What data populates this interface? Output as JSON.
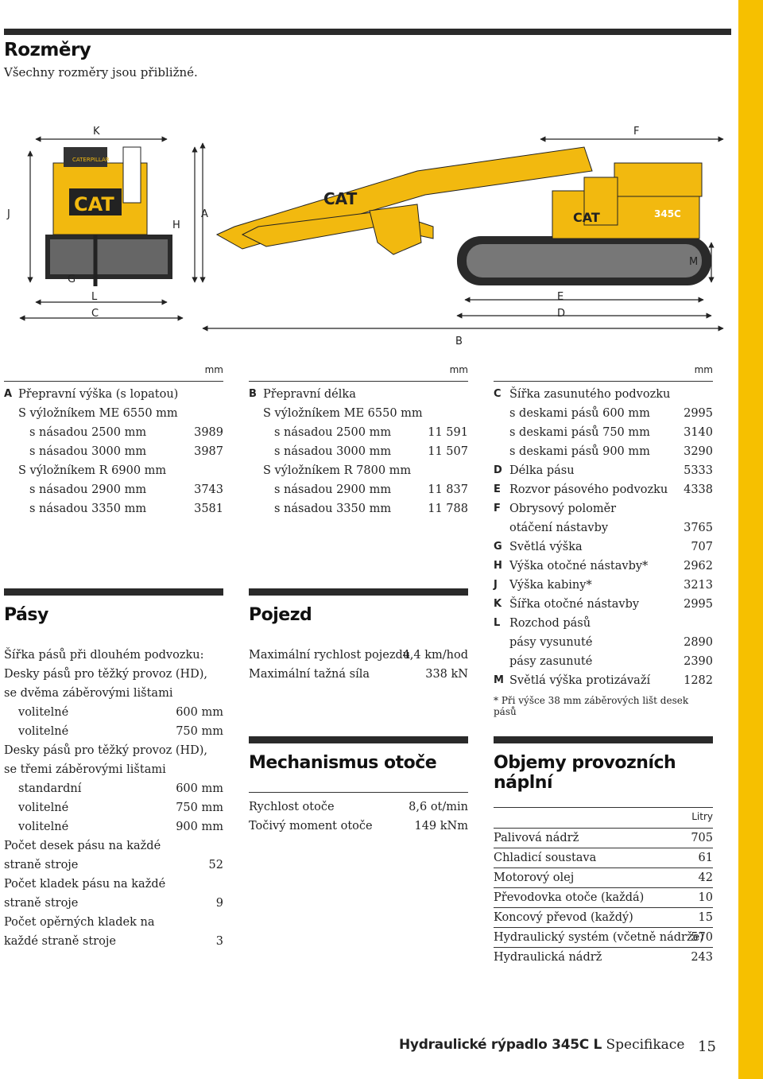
{
  "header": {
    "title": "Rozměry",
    "subtitle": "Všechny rozměry jsou přibližné."
  },
  "diagram": {
    "labels": {
      "K": "K",
      "J": "J",
      "H": "H",
      "A": "A",
      "F": "F",
      "G": "G",
      "L": "L",
      "C": "C",
      "B": "B",
      "E": "E",
      "D": "D",
      "M": "M"
    },
    "brand": "CAT",
    "brand_small": "CATERPILLAR",
    "model": "345C"
  },
  "dims_a": {
    "unit": "mm",
    "letter": "A",
    "title": "Přepravní výška (s lopatou)",
    "rows": [
      {
        "label": "S výložníkem ME 6550 mm",
        "value": ""
      },
      {
        "label": "s násadou 2500 mm",
        "value": "3989"
      },
      {
        "label": "s násadou 3000 mm",
        "value": "3987"
      },
      {
        "label": "S výložníkem R 6900 mm",
        "value": ""
      },
      {
        "label": "s násadou 2900 mm",
        "value": "3743"
      },
      {
        "label": "s násadou 3350 mm",
        "value": "3581"
      }
    ]
  },
  "dims_b": {
    "unit": "mm",
    "letter": "B",
    "title": "Přepravní délka",
    "rows": [
      {
        "label": "S výložníkem ME 6550 mm",
        "value": ""
      },
      {
        "label": "s násadou 2500 mm",
        "value": "11 591"
      },
      {
        "label": "s násadou 3000 mm",
        "value": "11 507"
      },
      {
        "label": "S výložníkem R 7800 mm",
        "value": ""
      },
      {
        "label": "s násadou 2900 mm",
        "value": "11 837"
      },
      {
        "label": "s násadou 3350 mm",
        "value": "11 788"
      }
    ]
  },
  "dims_c": {
    "unit": "mm",
    "rows": [
      {
        "letter": "C",
        "label": "Šířka zasunutého podvozku",
        "value": ""
      },
      {
        "letter": "",
        "label": "s deskami pásů 600 mm",
        "value": "2995"
      },
      {
        "letter": "",
        "label": "s deskami pásů 750 mm",
        "value": "3140"
      },
      {
        "letter": "",
        "label": "s deskami pásů 900 mm",
        "value": "3290"
      },
      {
        "letter": "D",
        "label": "Délka pásu",
        "value": "5333"
      },
      {
        "letter": "E",
        "label": "Rozvor pásového podvozku",
        "value": "4338"
      },
      {
        "letter": "F",
        "label": "Obrysový poloměr",
        "value": ""
      },
      {
        "letter": "",
        "label": "otáčení nástavby",
        "value": "3765"
      },
      {
        "letter": "G",
        "label": "Světlá výška",
        "value": "707"
      },
      {
        "letter": "H",
        "label": "Výška otočné nástavby*",
        "value": "2962"
      },
      {
        "letter": "J",
        "label": "Výška kabiny*",
        "value": "3213"
      },
      {
        "letter": "K",
        "label": "Šířka otočné nástavby",
        "value": "2995"
      },
      {
        "letter": "L",
        "label": "Rozchod pásů",
        "value": ""
      },
      {
        "letter": "",
        "label": "pásy vysunuté",
        "value": "2890"
      },
      {
        "letter": "",
        "label": "pásy zasunuté",
        "value": "2390"
      },
      {
        "letter": "M",
        "label": "Světlá výška protizávaží",
        "value": "1282"
      }
    ],
    "note": "* Při výšce 38 mm záběrových lišt desek pásů"
  },
  "tracks": {
    "title": "Pásy",
    "rows": [
      {
        "label": "Šířka pásů při dlouhém podvozku:",
        "value": "",
        "indent": false
      },
      {
        "label": "Desky pásů pro těžký provoz (HD),",
        "value": "",
        "indent": false
      },
      {
        "label": "se dvěma záběrovými lištami",
        "value": "",
        "indent": false
      },
      {
        "label": "volitelné",
        "value": "600 mm",
        "indent": true
      },
      {
        "label": "volitelné",
        "value": "750 mm",
        "indent": true
      },
      {
        "label": "Desky pásů pro těžký provoz (HD),",
        "value": "",
        "indent": false
      },
      {
        "label": "se třemi záběrovými lištami",
        "value": "",
        "indent": false
      },
      {
        "label": "standardní",
        "value": "600 mm",
        "indent": true
      },
      {
        "label": "volitelné",
        "value": "750 mm",
        "indent": true
      },
      {
        "label": "volitelné",
        "value": "900 mm",
        "indent": true
      },
      {
        "label": "Počet desek pásu na každé",
        "value": "",
        "indent": false
      },
      {
        "label": "straně stroje",
        "value": "52",
        "indent": false
      },
      {
        "label": "Počet kladek pásu na každé",
        "value": "",
        "indent": false
      },
      {
        "label": "straně stroje",
        "value": "9",
        "indent": false
      },
      {
        "label": "Počet opěrných kladek na",
        "value": "",
        "indent": false
      },
      {
        "label": "každé straně stroje",
        "value": "3",
        "indent": false
      }
    ]
  },
  "travel": {
    "title": "Pojezd",
    "rows": [
      {
        "label": "Maximální rychlost pojezdu",
        "value": "4,4 km/hod"
      },
      {
        "label": "Maximální tažná síla",
        "value": "338 kN"
      }
    ]
  },
  "swing": {
    "title": "Mechanismus otoče",
    "rows": [
      {
        "label": "Rychlost otoče",
        "value": "8,6 ot/min"
      },
      {
        "label": "Točivý moment otoče",
        "value": "149 kNm"
      }
    ]
  },
  "fluids": {
    "title": "Objemy provozních náplní",
    "unit": "Litry",
    "rows": [
      {
        "label": "Palivová nádrž",
        "value": "705"
      },
      {
        "label": "Chladicí soustava",
        "value": "61"
      },
      {
        "label": "Motorový olej",
        "value": "42"
      },
      {
        "label": "Převodovka otoče (každá)",
        "value": "10"
      },
      {
        "label": "Koncový převod (každý)",
        "value": "15"
      },
      {
        "label": "Hydraulický systém (včetně nádrže)",
        "value": "570"
      },
      {
        "label": "Hydraulická nádrž",
        "value": "243"
      }
    ]
  },
  "footer": {
    "title_bold": "Hydraulické rýpadlo 345C L",
    "title_rest": " Specifikace",
    "page": "15"
  },
  "colors": {
    "accent": "#f6c000",
    "dark": "#2a2a2a",
    "machine_yellow": "#f2b90f"
  }
}
